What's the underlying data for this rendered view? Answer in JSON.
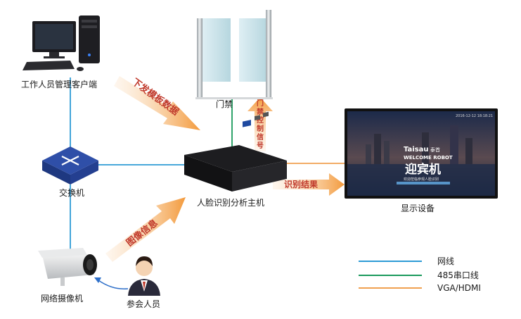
{
  "nodes": {
    "workstation": "工作人员管理客户端",
    "gate": "门禁",
    "switch": "交换机",
    "host": "人脸识别分析主机",
    "display": "显示设备",
    "camera": "网络摄像机",
    "person": "参会人员"
  },
  "arrows": {
    "template_data": "下发模板数据",
    "gate_signal": "门禁控制信号",
    "image_info": "图像信息",
    "recognition_result": "识别结果"
  },
  "screen": {
    "timestamp": "2016-12-12 18:18:21",
    "brand": "Taisau",
    "brand_cn": "泰首",
    "welcome": "WELCOME ROBOT",
    "big_text": "迎宾机",
    "sub_text": "欢迎莅临参观人脸识别"
  },
  "legend": [
    {
      "label": "网线",
      "color": "#2e9bd6"
    },
    {
      "label": "485串口线",
      "color": "#1a9a5c"
    },
    {
      "label": "VGA/HDMI",
      "color": "#f0a050"
    }
  ],
  "colors": {
    "network": "#2e9bd6",
    "serial": "#1a9a5c",
    "vga": "#f0a050",
    "arrow_text": "#c0392b"
  }
}
